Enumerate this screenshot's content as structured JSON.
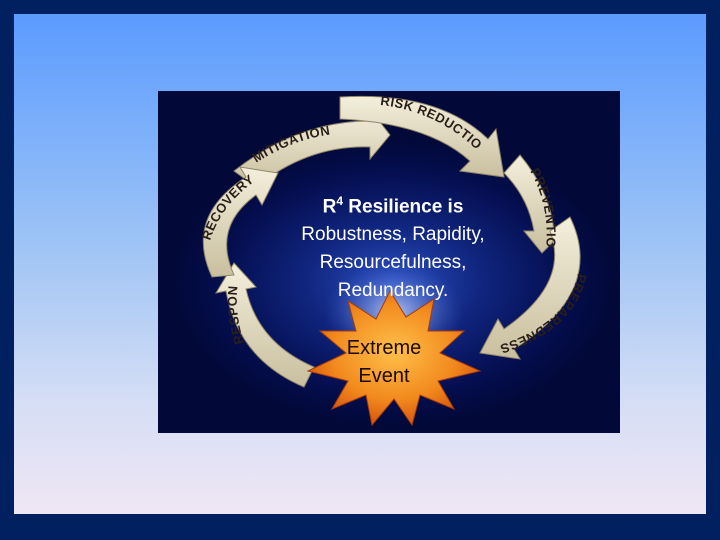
{
  "cycle_phases": [
    {
      "label": "MITIGATION"
    },
    {
      "label": "RISK REDUCTION"
    },
    {
      "label": "PREVENTION"
    },
    {
      "label": "PREPAREDNESS"
    },
    {
      "label": "RESPONSE"
    },
    {
      "label": "RECOVERY"
    }
  ],
  "center": {
    "heading_base": "R",
    "heading_sup": "4",
    "heading_rest": " Resilience is",
    "lines": [
      "Robustness, Rapidity,",
      "Resourcefulness,",
      "Redundancy."
    ]
  },
  "event": {
    "line1": "Extreme",
    "line2": "Event"
  },
  "colors": {
    "background": "#002060",
    "arrow": "#e6dfc8",
    "burst": "#f07a1a"
  }
}
